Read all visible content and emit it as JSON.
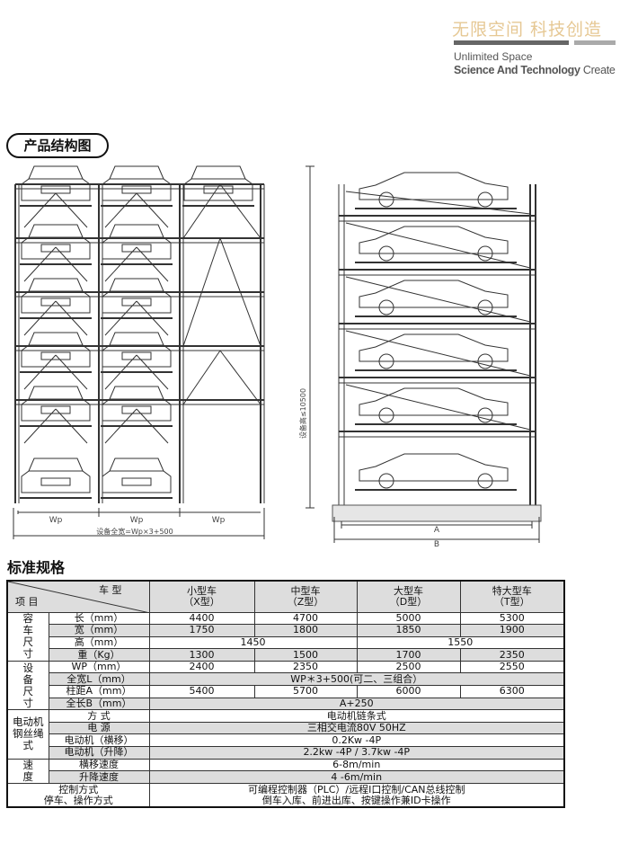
{
  "brand": {
    "slogan_cn": "无限空间  科技创造",
    "line1": "Unlimited Space",
    "line2_bold": "Science And Technology",
    "line2_rest": "Create",
    "accent": "#e6c894"
  },
  "section1": {
    "title": "产品结构图"
  },
  "drawing": {
    "wp_label": "Wp",
    "total_width_label": "设备全宽=Wp×3+500",
    "height_label": "设备高≤10500",
    "dim_a": "A",
    "dim_b": "B",
    "front_levels": 6,
    "side_levels": 6
  },
  "section2": {
    "title": "标准规格"
  },
  "table": {
    "header": {
      "corner_top": "车 型",
      "corner_bottom": "项 目",
      "columns": [
        [
          "小型车",
          "（X型）"
        ],
        [
          "中型车",
          "（Z型）"
        ],
        [
          "大型车",
          "（D型）"
        ],
        [
          "特大型车",
          "（T型）"
        ]
      ]
    },
    "groups": {
      "car": "容车尺寸",
      "equip": "设备尺寸",
      "motor": "电动机钢丝绳式",
      "speed": "速度"
    },
    "rows": {
      "length": {
        "label": "长（mm）",
        "values": [
          "4400",
          "4700",
          "5000",
          "5300"
        ]
      },
      "width": {
        "label": "宽（mm）",
        "values": [
          "1750",
          "1800",
          "1850",
          "1900"
        ]
      },
      "height": {
        "label": "高（mm）",
        "values": [
          "1450",
          "1550"
        ]
      },
      "weight": {
        "label": "重（Kg）",
        "values": [
          "1300",
          "1500",
          "1700",
          "2350"
        ]
      },
      "wp": {
        "label": "WP（mm）",
        "values": [
          "2400",
          "2350",
          "2500",
          "2550"
        ]
      },
      "full_width": {
        "label": "全宽L（mm）",
        "value": "WP＊3+500(可二、三组合）"
      },
      "column_a": {
        "label": "柱距A（mm）",
        "values": [
          "5400",
          "5700",
          "6000",
          "6300"
        ]
      },
      "full_length": {
        "label": "全长B（mm）",
        "value": "A+250"
      },
      "mode": {
        "label": "方 式",
        "value": "电动机链条式"
      },
      "power": {
        "label": "电 源",
        "value": "三相交电流80V   50HZ"
      },
      "motor_trav": {
        "label": "电动机（横移）",
        "value": "0.2Kw    -4P"
      },
      "motor_lift": {
        "label": "电动机（升降）",
        "value": "2.2kw    -4P / 3.7kw    -4P"
      },
      "trav_speed": {
        "label": "横移速度",
        "value": "6-8m/min"
      },
      "lift_speed": {
        "label": "升降速度",
        "value": "4 -6m/min"
      },
      "control": {
        "label1": "控制方式",
        "label2": "停车、操作方式",
        "value1": "可编程控制器（PLC）/远程I口控制/CAN总线控制",
        "value2": "倒车入库、前进出库、按键操作兼ID卡操作"
      }
    }
  }
}
